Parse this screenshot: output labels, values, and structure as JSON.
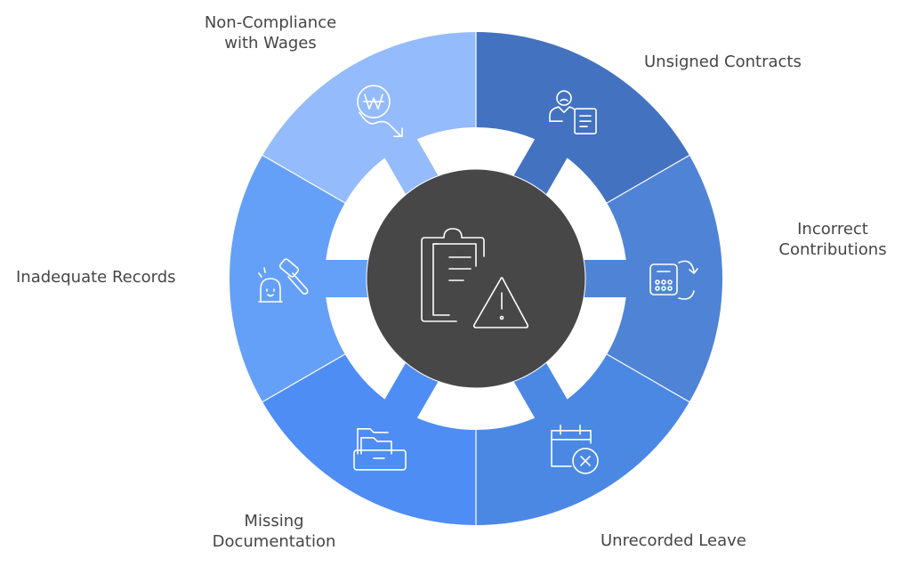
{
  "center": {
    "label": "compliance-issues",
    "icon": "clipboard-warning-icon",
    "color": "#474747"
  },
  "segments": [
    {
      "id": "unsigned-contracts",
      "lines": [
        "Unsigned Contracts"
      ],
      "icon": "person-document-icon",
      "color": "#4372C0"
    },
    {
      "id": "incorrect-contributions",
      "lines": [
        "Incorrect",
        "Contributions"
      ],
      "icon": "calculator-refresh-icon",
      "color": "#4F83D6"
    },
    {
      "id": "unrecorded-leave",
      "lines": [
        "Unrecorded Leave"
      ],
      "icon": "calendar-x-icon",
      "color": "#4B88E4"
    },
    {
      "id": "missing-documentation",
      "lines": [
        "Missing",
        "Documentation"
      ],
      "icon": "file-drawer-icon",
      "color": "#4E8DF4"
    },
    {
      "id": "inadequate-records",
      "lines": [
        "Inadequate Records"
      ],
      "icon": "gavel-icon",
      "color": "#65A0F8"
    },
    {
      "id": "non-compliance-wages",
      "lines": [
        "Non-Compliance",
        "with Wages"
      ],
      "icon": "won-down-icon",
      "color": "#94BBFB"
    }
  ]
}
